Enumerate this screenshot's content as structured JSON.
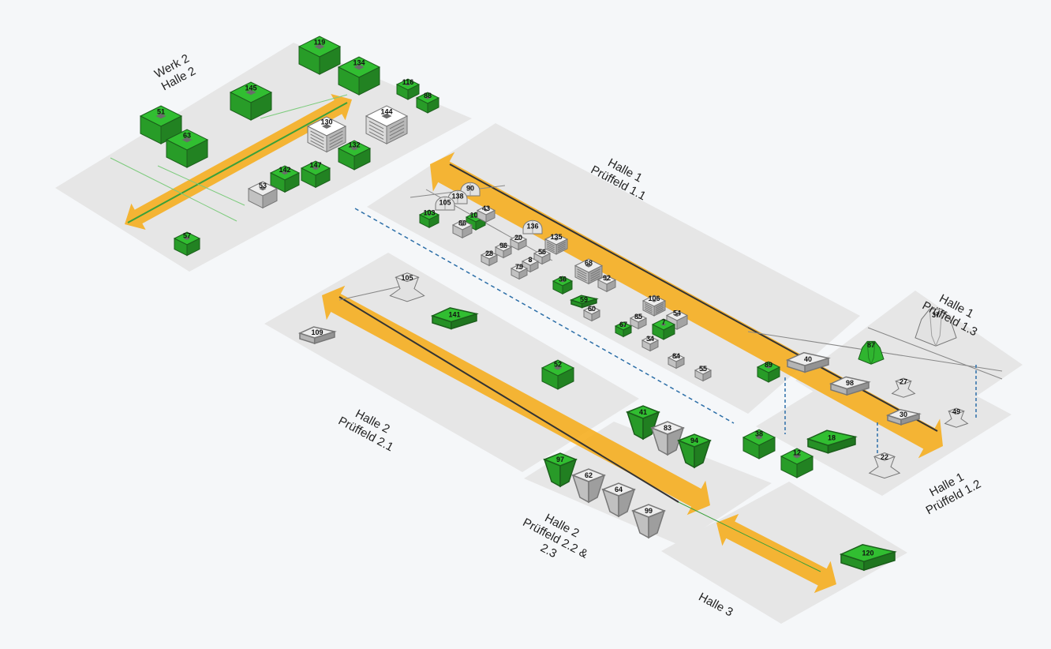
{
  "colors": {
    "green": "#2fb52f",
    "green_dark": "#1f8a1f",
    "grey": "#e2e2e2",
    "white": "#ffffff",
    "floor": "#e6e6e6",
    "conveyor": "#f5b025",
    "connector": "#2d6fa8",
    "background": "#f5f7f9"
  },
  "zones": [
    {
      "id": "werk2-halle2",
      "lines": [
        "Werk 2",
        "Halle 2"
      ]
    },
    {
      "id": "halle1-pf11",
      "lines": [
        "Halle 1",
        "Prüffeld 1.1"
      ]
    },
    {
      "id": "halle1-pf13",
      "lines": [
        "Halle 1",
        "Prüffeld 1.3"
      ]
    },
    {
      "id": "halle2-pf21",
      "lines": [
        "Halle 2",
        "Prüffeld 2.1"
      ]
    },
    {
      "id": "halle2-pf22",
      "lines": [
        "Halle 2",
        "Prüffeld 2.2 &",
        "2.3"
      ]
    },
    {
      "id": "halle1-pf12",
      "lines": [
        "Halle 1",
        "Prüffeld 1.2"
      ]
    },
    {
      "id": "halle3",
      "lines": [
        "Halle 3"
      ]
    }
  ],
  "machines": [
    {
      "label": "119",
      "state": "active"
    },
    {
      "label": "134",
      "state": "active"
    },
    {
      "label": "145",
      "state": "active"
    },
    {
      "label": "116",
      "state": "active"
    },
    {
      "label": "88",
      "state": "active"
    },
    {
      "label": "51",
      "state": "active"
    },
    {
      "label": "63",
      "state": "active"
    },
    {
      "label": "130",
      "state": "offline"
    },
    {
      "label": "144",
      "state": "offline"
    },
    {
      "label": "132",
      "state": "active"
    },
    {
      "label": "142",
      "state": "active"
    },
    {
      "label": "147",
      "state": "active"
    },
    {
      "label": "53",
      "state": "idle"
    },
    {
      "label": "57",
      "state": "active"
    },
    {
      "label": "90",
      "state": "idle"
    },
    {
      "label": "138",
      "state": "idle"
    },
    {
      "label": "105",
      "state": "idle"
    },
    {
      "label": "103",
      "state": "active"
    },
    {
      "label": "102",
      "state": "active"
    },
    {
      "label": "43",
      "state": "idle"
    },
    {
      "label": "86",
      "state": "idle"
    },
    {
      "label": "136",
      "state": "idle"
    },
    {
      "label": "20",
      "state": "idle"
    },
    {
      "label": "96",
      "state": "idle"
    },
    {
      "label": "135",
      "state": "idle"
    },
    {
      "label": "28",
      "state": "idle"
    },
    {
      "label": "56",
      "state": "idle"
    },
    {
      "label": "8",
      "state": "idle"
    },
    {
      "label": "79",
      "state": "idle"
    },
    {
      "label": "68",
      "state": "idle"
    },
    {
      "label": "92",
      "state": "idle"
    },
    {
      "label": "36",
      "state": "active"
    },
    {
      "label": "59",
      "state": "active"
    },
    {
      "label": "60",
      "state": "idle"
    },
    {
      "label": "106",
      "state": "idle"
    },
    {
      "label": "85",
      "state": "idle"
    },
    {
      "label": "54",
      "state": "idle"
    },
    {
      "label": "67",
      "state": "active"
    },
    {
      "label": "7",
      "state": "active"
    },
    {
      "label": "34",
      "state": "idle"
    },
    {
      "label": "84",
      "state": "idle"
    },
    {
      "label": "55",
      "state": "idle"
    },
    {
      "label": "89",
      "state": "active"
    },
    {
      "label": "40",
      "state": "idle"
    },
    {
      "label": "98",
      "state": "idle"
    },
    {
      "label": "30",
      "state": "idle"
    },
    {
      "label": "87",
      "state": "active"
    },
    {
      "label": "37",
      "state": "idle"
    },
    {
      "label": "27",
      "state": "idle"
    },
    {
      "label": "49",
      "state": "idle"
    },
    {
      "label": "22",
      "state": "idle"
    },
    {
      "label": "38",
      "state": "active"
    },
    {
      "label": "12",
      "state": "active"
    },
    {
      "label": "18",
      "state": "active"
    },
    {
      "label": "105",
      "state": "idle"
    },
    {
      "label": "109",
      "state": "idle"
    },
    {
      "label": "141",
      "state": "active"
    },
    {
      "label": "52",
      "state": "active"
    },
    {
      "label": "41",
      "state": "active"
    },
    {
      "label": "83",
      "state": "idle"
    },
    {
      "label": "94",
      "state": "active"
    },
    {
      "label": "97",
      "state": "active"
    },
    {
      "label": "62",
      "state": "idle"
    },
    {
      "label": "64",
      "state": "idle"
    },
    {
      "label": "99",
      "state": "idle"
    },
    {
      "label": "120",
      "state": "active"
    }
  ]
}
